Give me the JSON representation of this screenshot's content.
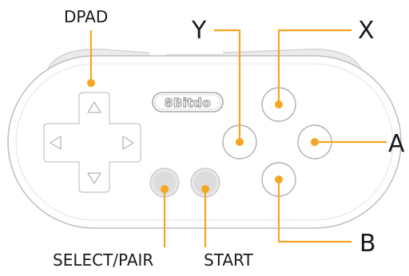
{
  "labels": {
    "dpad": "DPAD",
    "y": "Y",
    "x": "X",
    "a": "A",
    "b": "B",
    "select_pair": "SELECT/PAIR",
    "start": "START"
  },
  "logo_text": "8Bitdo",
  "colors": {
    "accent": "#f5a623",
    "outline": "#bdbdbd",
    "label_text": "#1a1a1a"
  },
  "icons": {
    "dpad_up": "triangle-up-icon",
    "dpad_down": "triangle-down-icon",
    "dpad_left": "triangle-left-icon",
    "dpad_right": "triangle-right-icon"
  }
}
